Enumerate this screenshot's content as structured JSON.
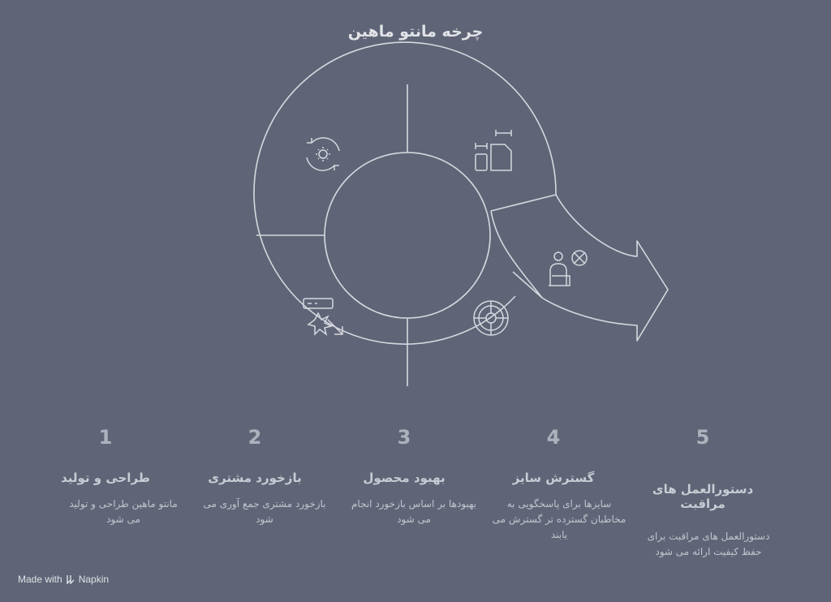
{
  "title": "چرخه مانتو ماهین",
  "steps": [
    {
      "number": "1",
      "title": "طراحی و تولید",
      "description": "مانتو ماهین طراحی و تولید می شود",
      "icon": "gear-cycle-icon"
    },
    {
      "number": "2",
      "title": "بازخورد مشتری",
      "description": "بازخورد مشتری جمع آوری می شود",
      "icon": "feedback-click-icon"
    },
    {
      "number": "3",
      "title": "بهبود محصول",
      "description": "بهبودها بر اساس بازخورد انجام می شود",
      "icon": "target-icon"
    },
    {
      "number": "4",
      "title": "گسترش سایز",
      "description": "سایزها برای پاسخگویی به مخاطبان گسترده تر گسترش می یابند",
      "icon": "size-icon"
    },
    {
      "number": "5",
      "title": "دستورالعمل های مراقبت",
      "description": "دستورالعمل های مراقبت برای حفظ کیفیت ارائه می شود",
      "icon": "care-person-icon"
    }
  ],
  "footer": {
    "made_with": "Made with",
    "brand": "Napkin"
  },
  "colors": {
    "background": "#5f6577",
    "stroke": "#d6d8de"
  }
}
